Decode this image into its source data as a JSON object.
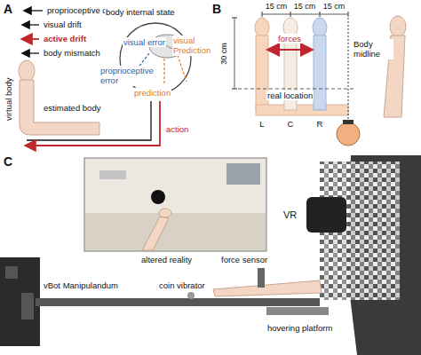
{
  "diagram": {
    "labels": [
      "A",
      "proprioceptive drift",
      "visual drift",
      "active drift",
      "body mismatch",
      "virtual body",
      "body internal state",
      "visual error",
      "visual Prediction",
      "proprioceptive error",
      "prediction",
      "estimated body",
      "action",
      "B",
      "15 cm",
      "15 cm",
      "15 cm",
      "30 cm",
      "forces",
      "Body midline",
      "real location",
      "L",
      "C",
      "R",
      "C",
      "VR",
      "altered reality",
      "force sensor",
      "vBot Manipulandum",
      "coin vibrator",
      "hovering platform"
    ]
  }
}
